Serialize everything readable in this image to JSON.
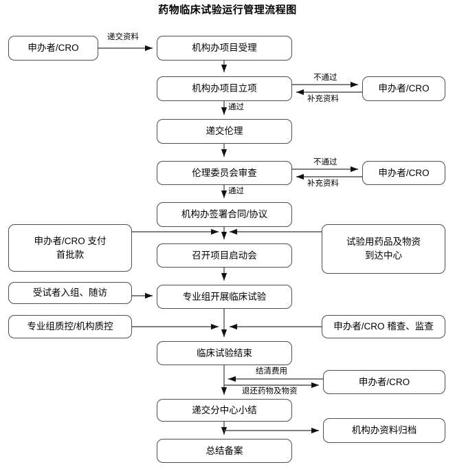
{
  "title": "药物临床试验运行管理流程图",
  "nodes": {
    "sponsor_submit": {
      "lines": [
        "申办者/CRO"
      ]
    },
    "office_accept": {
      "lines": [
        "机构办项目受理"
      ]
    },
    "office_approve": {
      "lines": [
        "机构办项目立项"
      ]
    },
    "sponsor_resubmit_1": {
      "lines": [
        "申办者/CRO"
      ]
    },
    "submit_ethics": {
      "lines": [
        "递交伦理"
      ]
    },
    "ethics_review": {
      "lines": [
        "伦理委员会审查"
      ]
    },
    "sponsor_resubmit_2": {
      "lines": [
        "申办者/CRO"
      ]
    },
    "sign_contract": {
      "lines": [
        "机构办签署合同/协议"
      ]
    },
    "sponsor_first_pay": {
      "lines": [
        "申办者/CRO 支付",
        "首批款"
      ]
    },
    "kickoff_meeting": {
      "lines": [
        "召开项目启动会"
      ]
    },
    "drug_arrival": {
      "lines": [
        "试验用药品及物资",
        "到达中心"
      ]
    },
    "subject_enroll": {
      "lines": [
        "受试者入组、随访"
      ]
    },
    "conduct_trial": {
      "lines": [
        "专业组开展临床试验"
      ]
    },
    "quality_control": {
      "lines": [
        "专业组质控/机构质控"
      ]
    },
    "sponsor_audit": {
      "lines": [
        "申办者/CRO 稽查、监查"
      ]
    },
    "trial_end": {
      "lines": [
        "临床试验结束"
      ]
    },
    "sponsor_settle": {
      "lines": [
        "申办者/CRO"
      ]
    },
    "submit_summary": {
      "lines": [
        "递交分中心小结"
      ]
    },
    "office_archive": {
      "lines": [
        "机构办资料归档"
      ]
    },
    "final_record": {
      "lines": [
        "总结备案"
      ]
    }
  },
  "edge_labels": {
    "submit_materials": "递交资料",
    "reject_1": "不通过",
    "supplement_1": "补充资料",
    "pass_1": "通过",
    "reject_2": "不通过",
    "supplement_2": "补充资料",
    "pass_2": "通过",
    "settle_fee": "结清费用",
    "return_drugs": "退还药物及物资"
  },
  "colors": {
    "border": "#4d4d4d",
    "line": "#555555",
    "text": "#000000",
    "background": "#ffffff"
  }
}
